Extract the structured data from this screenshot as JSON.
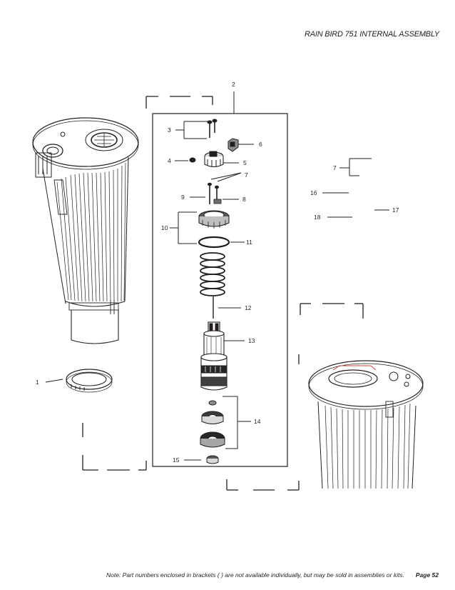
{
  "header": {
    "title": "RAIN BIRD 751 INTERNAL ASSEMBLY"
  },
  "callouts": {
    "c1": "1",
    "c2": "2",
    "c3": "3",
    "c4": "4",
    "c5": "5",
    "c6": "6",
    "c7a": "7",
    "c7b": "7",
    "c8": "8",
    "c9": "9",
    "c10": "10",
    "c11": "11",
    "c12": "12",
    "c13": "13",
    "c14": "14",
    "c15": "15",
    "c16": "16",
    "c17": "17",
    "c18": "18"
  },
  "footer": {
    "note": "Note: Part numbers enclosed in brackets ( ) are not available individually, but may be sold in assemblies or kits.",
    "page": "Page 52"
  }
}
